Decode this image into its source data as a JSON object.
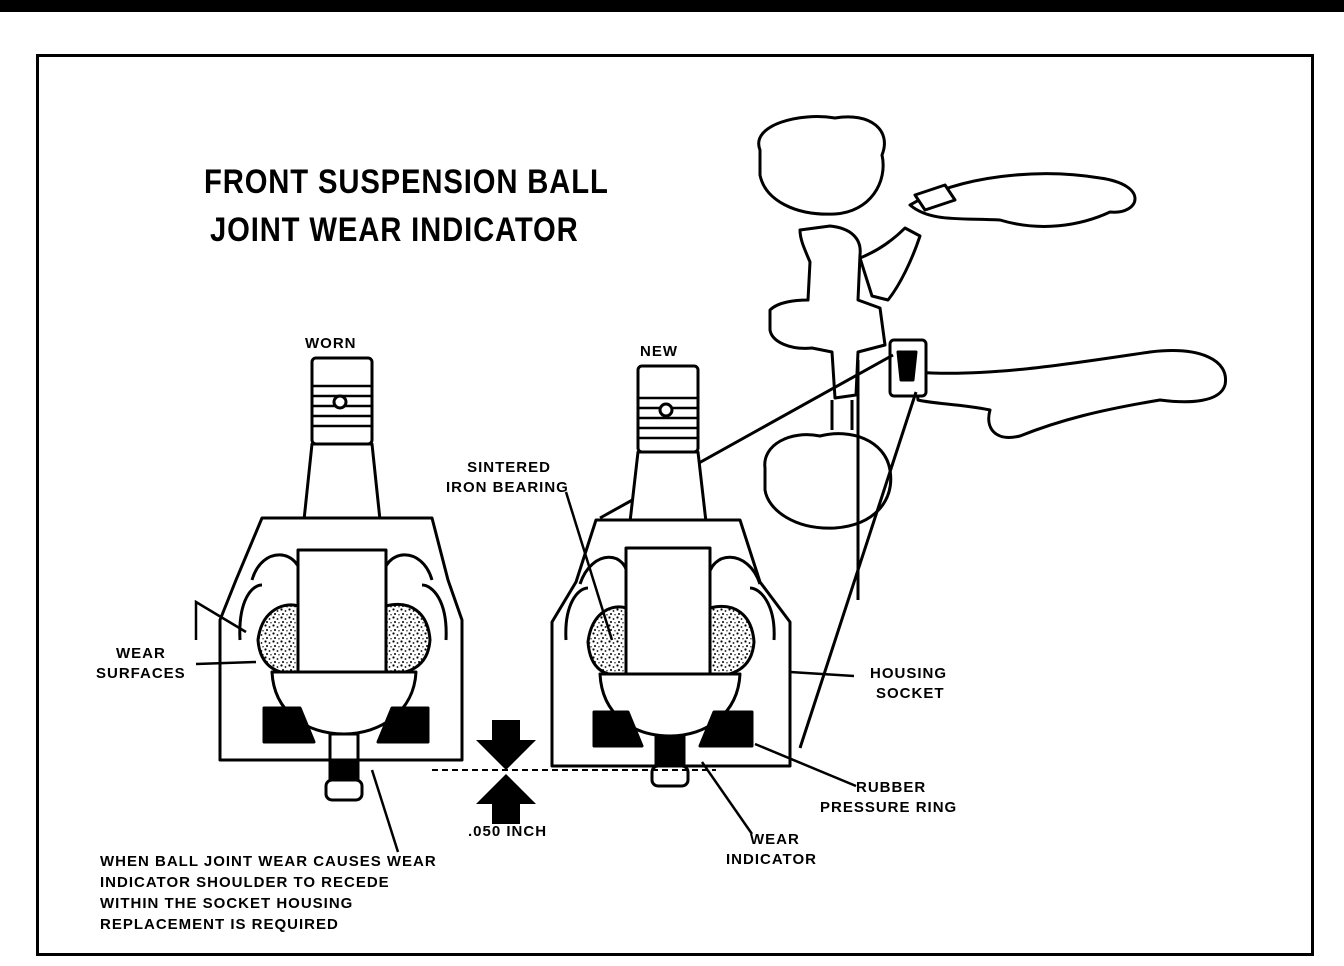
{
  "title": {
    "line1": "FRONT SUSPENSION BALL",
    "line2": "JOINT WEAR INDICATOR"
  },
  "labels": {
    "worn": "WORN",
    "new": "NEW",
    "sintered_1": "SINTERED",
    "sintered_2": "IRON BEARING",
    "wear_surfaces_1": "WEAR",
    "wear_surfaces_2": "SURFACES",
    "housing_socket_1": "HOUSING",
    "housing_socket_2": "SOCKET",
    "rubber_ring_1": "RUBBER",
    "rubber_ring_2": "PRESSURE RING",
    "gap": ".050 INCH",
    "wear_indicator_1": "WEAR",
    "wear_indicator_2": "INDICATOR"
  },
  "note": [
    "WHEN BALL JOINT WEAR CAUSES WEAR",
    "INDICATOR SHOULDER TO RECEDE",
    "WITHIN THE SOCKET HOUSING",
    "REPLACEMENT IS REQUIRED"
  ]
}
